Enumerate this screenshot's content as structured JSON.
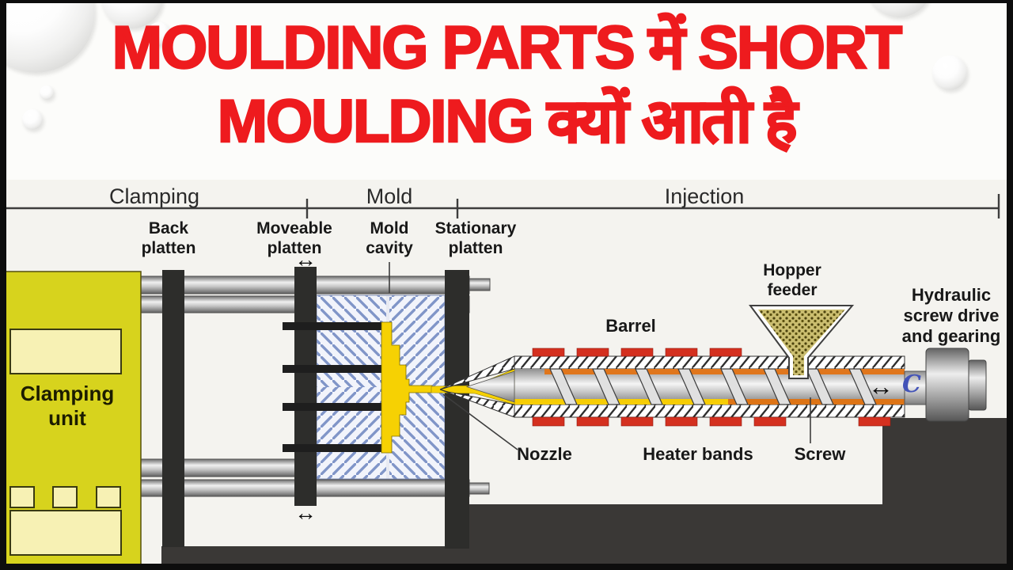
{
  "title": {
    "line1": "MOULDING PARTS में SHORT",
    "line2": "MOULDING क्यों आती है",
    "color": "#ee1b1e"
  },
  "diagram": {
    "sections": [
      {
        "label": "Clamping"
      },
      {
        "label": "Mold"
      },
      {
        "label": "Injection"
      }
    ],
    "labels": {
      "back_platten": "Back\nplatten",
      "moveable_platten": "Moveable\nplatten",
      "mold_cavity": "Mold\ncavity",
      "stationary_platten": "Stationary\nplatten",
      "hopper_feeder": "Hopper\nfeeder",
      "hydraulic_drive": "Hydraulic\nscrew drive\nand gearing",
      "barrel": "Barrel",
      "nozzle": "Nozzle",
      "heater_bands": "Heater bands",
      "screw": "Screw",
      "clamping_unit": "Clamping\nunit",
      "move_arrow": "↔",
      "rotation_symbol": "C"
    },
    "colors": {
      "clamp_yellow": "#d7d31d",
      "melt_yellow": "#f6d103",
      "melt_orange": "#e0761c",
      "heater_red": "#d4301f",
      "mold_hatch_blue": "#8095c8",
      "platten_dark": "#2d2d2b",
      "base_dark": "#3a3836",
      "title_red": "#ee1b1e"
    }
  }
}
